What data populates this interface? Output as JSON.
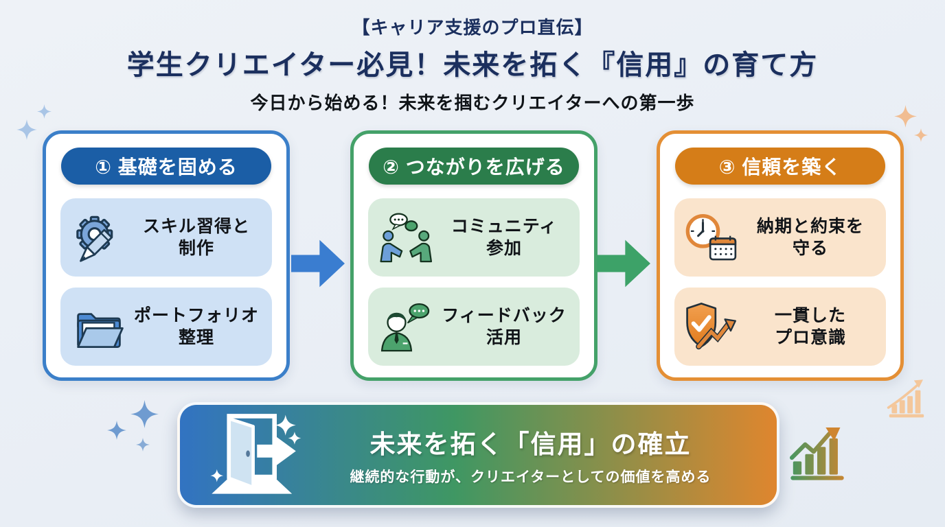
{
  "header": {
    "kicker": "【キャリア支援のプロ直伝】",
    "title": "学生クリエイター必見！未来を拓く『信用』の育て方",
    "subtitle": "今日から始める！未来を掴むクリエイターへの第一歩"
  },
  "columns": [
    {
      "title": "① 基礎を固める",
      "accent_border": "#3b7fc9",
      "accent_header": "#1b5ea6",
      "card_bg": "#cfe1f5",
      "cards": [
        {
          "icon": "gear-pencil-icon",
          "line1": "スキル習得と",
          "line2": "制作"
        },
        {
          "icon": "folder-icon",
          "line1": "ポートフォリオ",
          "line2": "整理"
        }
      ]
    },
    {
      "title": "② つながりを広げる",
      "accent_border": "#44a169",
      "accent_header": "#2b7d4b",
      "card_bg": "#d9ecdd",
      "cards": [
        {
          "icon": "community-handshake-icon",
          "line1": "コミュニティ",
          "line2": "参加"
        },
        {
          "icon": "feedback-person-icon",
          "line1": "フィードバック",
          "line2": "活用"
        }
      ]
    },
    {
      "title": "③ 信頼を築く",
      "accent_border": "#e48f35",
      "accent_header": "#d57d18",
      "card_bg": "#fae4cc",
      "cards": [
        {
          "icon": "clock-calendar-icon",
          "line1": "納期と約束を",
          "line2": "守る"
        },
        {
          "icon": "shield-check-growth-icon",
          "line1": "一貫した",
          "line2": "プロ意識"
        }
      ]
    }
  ],
  "arrows": {
    "arrow1_color": "#3a7dd0",
    "arrow2_color": "#3da268"
  },
  "banner": {
    "title": "未来を拓く「信用」の確立",
    "subtitle": "継続的な行動が、クリエイターとしての価値を高める",
    "gradient": [
      "#3273c2",
      "#3f9763",
      "#df862e"
    ],
    "icon": "open-door-arrow-icon"
  },
  "decorations": {
    "sparkle_blue": "#6f9bd0",
    "sparkle_light_blue": "#a9c5e6",
    "sparkle_orange": "#f1bd92",
    "icons": [
      "sparkle-icon",
      "growth-bar-chart-icon",
      "bar-chart-swoosh-icon"
    ]
  },
  "colors": {
    "page_bg": "#eef2f7",
    "title_navy": "#1b2f5e",
    "subtitle_black": "#101418"
  }
}
